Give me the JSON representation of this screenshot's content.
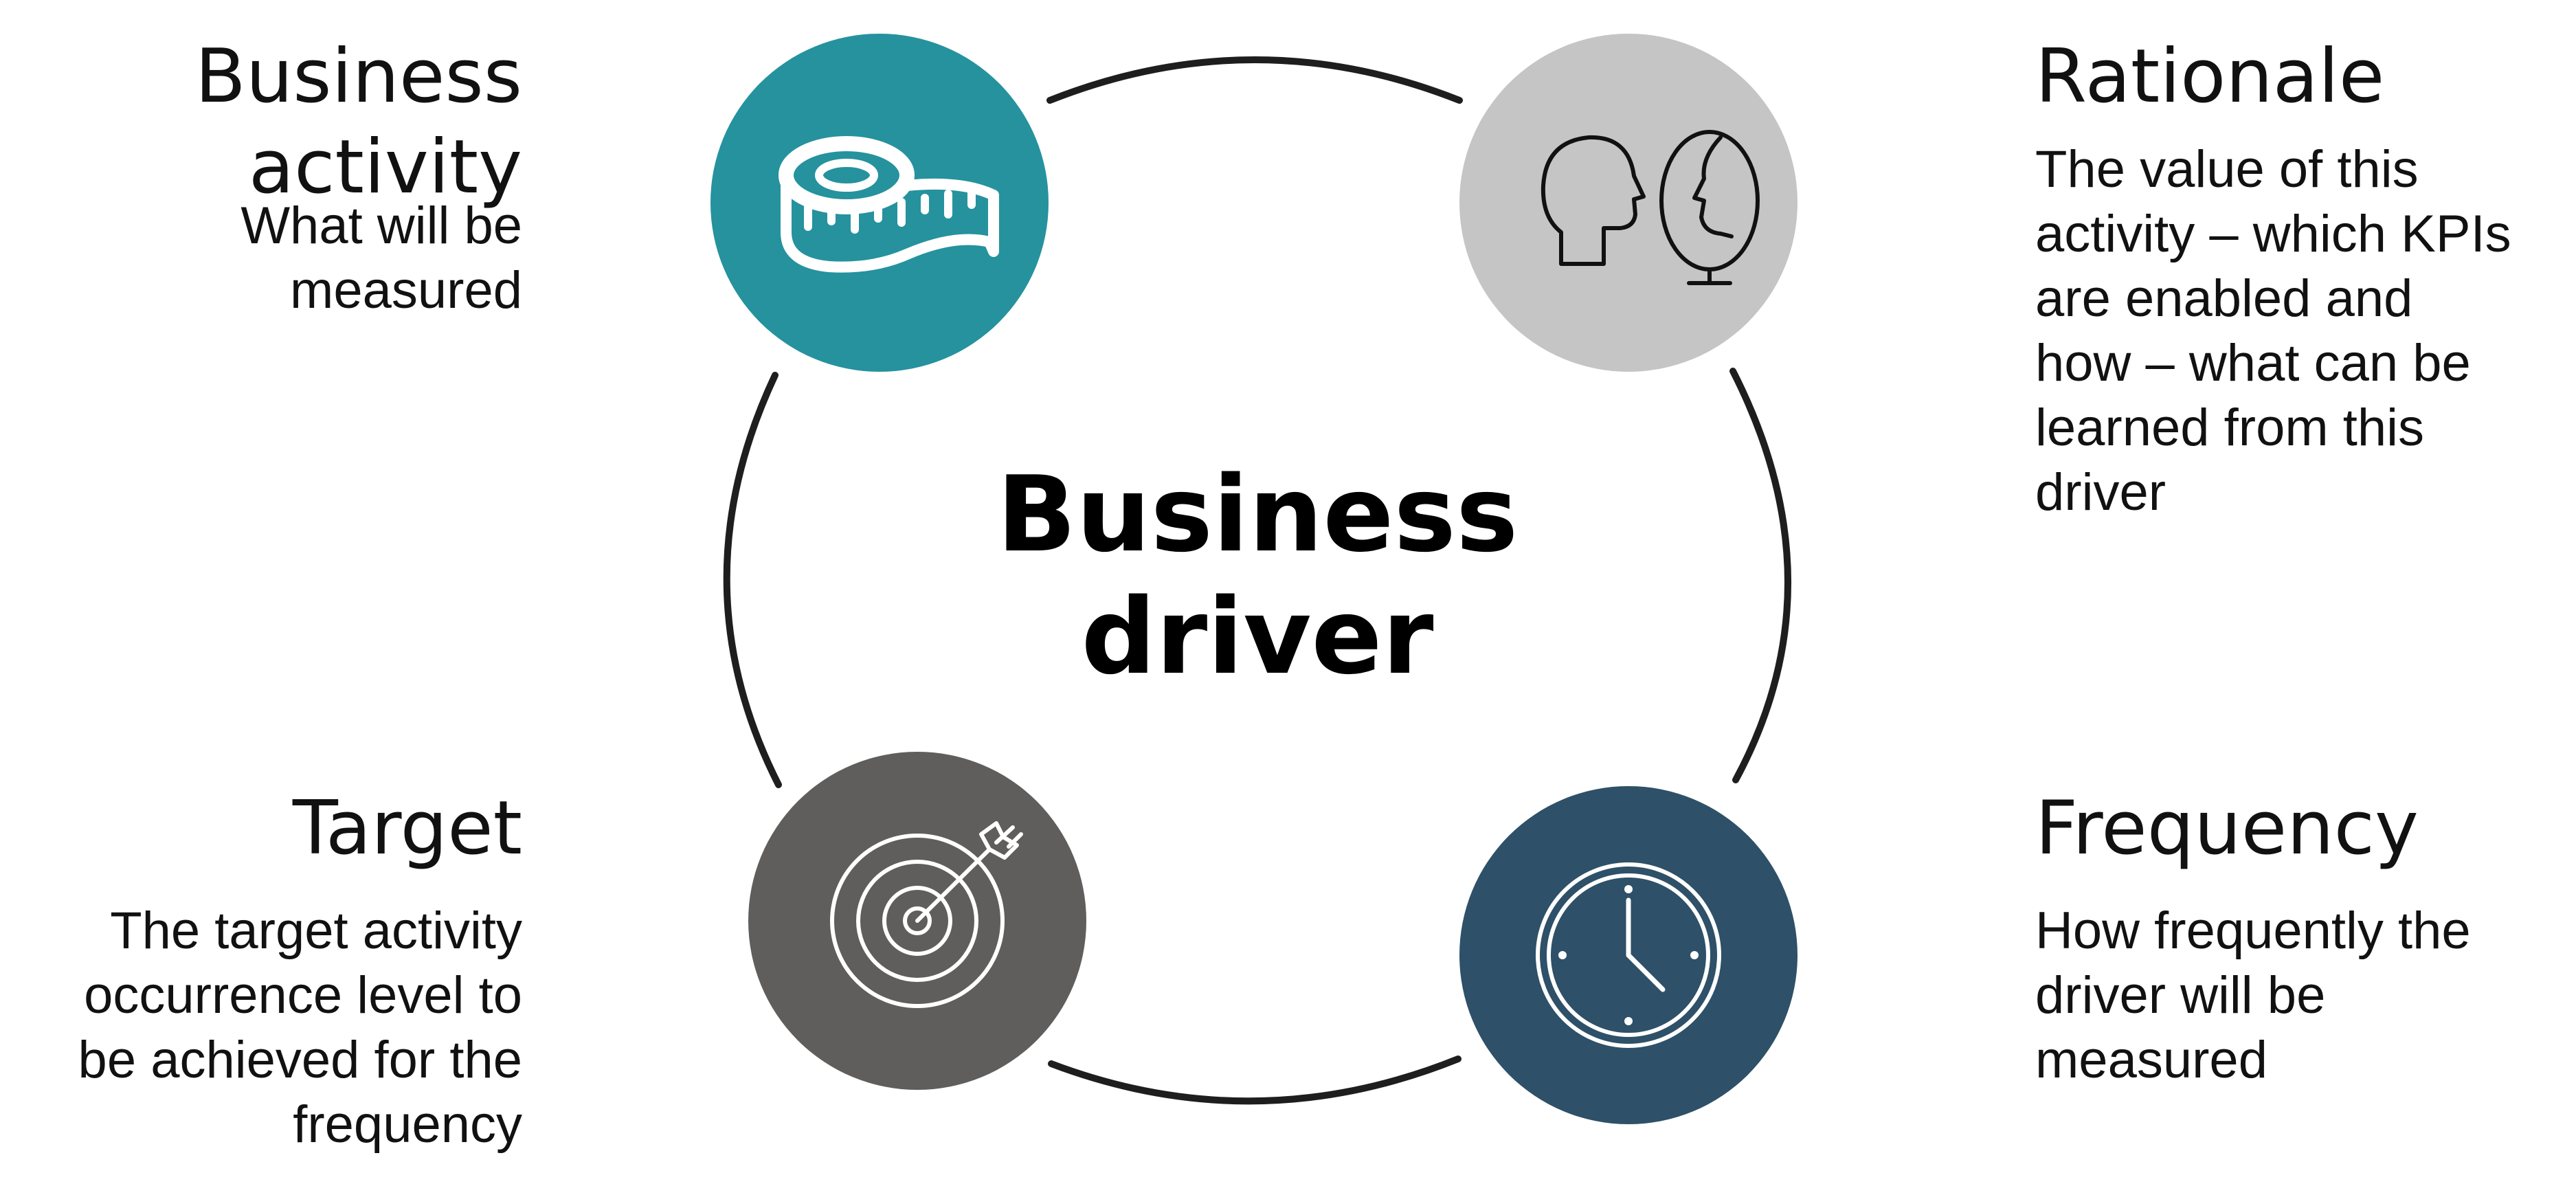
{
  "center": {
    "line1": "Business",
    "line2": "driver"
  },
  "business_activity": {
    "title_line1": "Business",
    "title_line2": "activity",
    "desc_lines": [
      "What will be",
      "measured"
    ],
    "icon": "measuring-tape-icon",
    "color": "#25929E"
  },
  "rationale": {
    "title": "Rationale",
    "desc_lines": [
      "The value of this",
      "activity – which KPIs",
      "are enabled and",
      "how – what can be",
      "learned from this",
      "driver"
    ],
    "icon": "head-mirror-icon",
    "color": "#C4C5C4"
  },
  "target": {
    "title": "Target",
    "desc_lines": [
      "The target activity",
      "occurrence level to",
      "be achieved for the",
      "frequency"
    ],
    "icon": "target-dart-icon",
    "color": "#5F5E5C"
  },
  "frequency": {
    "title": "Frequency",
    "desc_lines": [
      "How frequently the",
      "driver will be",
      "measured"
    ],
    "icon": "clock-icon",
    "color": "#2E5068"
  }
}
